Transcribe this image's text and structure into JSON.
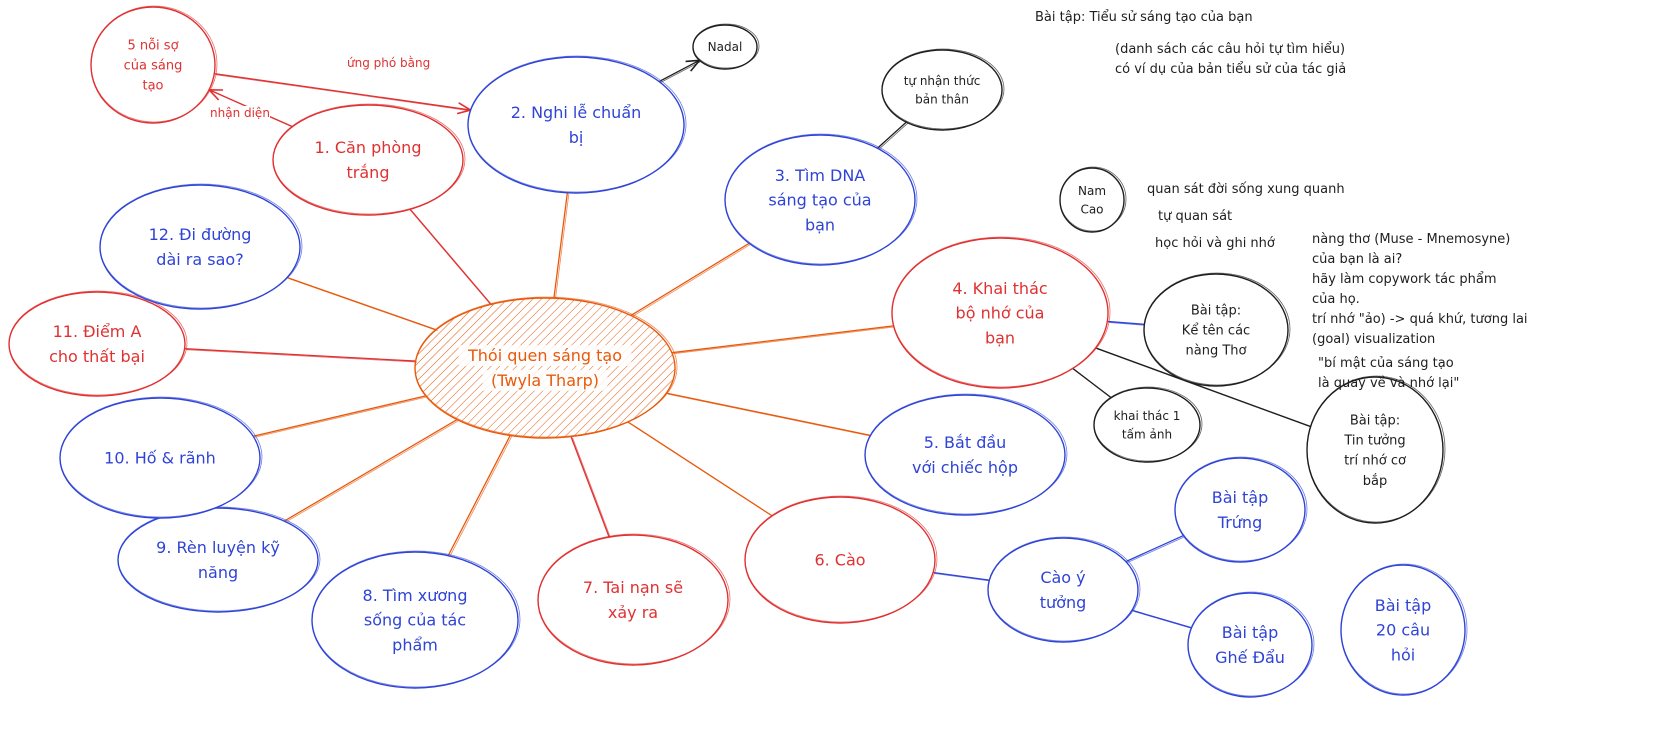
{
  "colors": {
    "red": "#e03131",
    "blue": "#2f44d6",
    "orange": "#e8590c",
    "black": "#1e1e1e"
  },
  "nodes": [
    {
      "id": "center",
      "color": "orange",
      "lines": [
        "Thói quen sáng tạo",
        "(Twyla Tharp)"
      ],
      "hatched": true
    },
    {
      "id": "fears",
      "color": "red",
      "lines": [
        "5 nỗi sợ",
        "của sáng",
        "tạo"
      ]
    },
    {
      "id": "n1",
      "color": "red",
      "lines": [
        "1. Căn phòng",
        "trắng"
      ]
    },
    {
      "id": "n2",
      "color": "blue",
      "lines": [
        "2. Nghi lễ chuẩn",
        "bị"
      ]
    },
    {
      "id": "nadal",
      "color": "black",
      "lines": [
        "Nadal"
      ]
    },
    {
      "id": "selfaware",
      "color": "black",
      "lines": [
        "tự nhận thức",
        "bản thân"
      ]
    },
    {
      "id": "n3",
      "color": "blue",
      "lines": [
        "3. Tìm DNA",
        "sáng tạo của",
        "bạn"
      ]
    },
    {
      "id": "namcao",
      "color": "black",
      "lines": [
        "Nam",
        "Cao"
      ]
    },
    {
      "id": "n4",
      "color": "red",
      "lines": [
        "4. Khai thác",
        "bộ nhớ của",
        "bạn"
      ]
    },
    {
      "id": "muses",
      "color": "black",
      "lines": [
        "Bài tập:",
        "Kể tên các",
        "nàng Thơ"
      ]
    },
    {
      "id": "photo",
      "color": "black",
      "lines": [
        "khai thác 1",
        "tấm ảnh"
      ]
    },
    {
      "id": "muscle",
      "color": "black",
      "lines": [
        "Bài tập:",
        "Tin tưởng",
        "trí nhớ cơ",
        "bắp"
      ]
    },
    {
      "id": "n5",
      "color": "blue",
      "lines": [
        "5. Bắt đầu",
        "với chiếc hộp"
      ]
    },
    {
      "id": "n6",
      "color": "red",
      "lines": [
        "6. Cào"
      ]
    },
    {
      "id": "idea",
      "color": "blue",
      "lines": [
        "Cào ý",
        "tưởng"
      ]
    },
    {
      "id": "egg",
      "color": "blue",
      "lines": [
        "Bài tập",
        "Trứng"
      ]
    },
    {
      "id": "stool",
      "color": "blue",
      "lines": [
        "Bài tập",
        "Ghế Đẩu"
      ]
    },
    {
      "id": "q20",
      "color": "blue",
      "lines": [
        "Bài tập",
        "20 câu",
        "hỏi"
      ]
    },
    {
      "id": "n7",
      "color": "red",
      "lines": [
        "7. Tai nạn sẽ",
        "xảy ra"
      ]
    },
    {
      "id": "n8",
      "color": "blue",
      "lines": [
        "8. Tìm xương",
        "sống của tác",
        "phẩm"
      ]
    },
    {
      "id": "n9",
      "color": "blue",
      "lines": [
        "9. Rèn luyện kỹ",
        "năng"
      ]
    },
    {
      "id": "n10",
      "color": "blue",
      "lines": [
        "10. Hố & rãnh"
      ]
    },
    {
      "id": "n11",
      "color": "red",
      "lines": [
        "11. Điểm A",
        "cho thất bại"
      ]
    },
    {
      "id": "n12",
      "color": "blue",
      "lines": [
        "12. Đi đường",
        "dài ra sao?"
      ]
    }
  ],
  "edges": [
    {
      "from": "center",
      "to": "n1",
      "color": "red"
    },
    {
      "from": "center",
      "to": "n2",
      "color": "orange"
    },
    {
      "from": "center",
      "to": "n3",
      "color": "orange"
    },
    {
      "from": "center",
      "to": "n4",
      "color": "orange"
    },
    {
      "from": "center",
      "to": "n5",
      "color": "orange"
    },
    {
      "from": "center",
      "to": "n6",
      "color": "orange"
    },
    {
      "from": "center",
      "to": "n7",
      "color": "red"
    },
    {
      "from": "center",
      "to": "n8",
      "color": "orange"
    },
    {
      "from": "center",
      "to": "n9",
      "color": "orange"
    },
    {
      "from": "center",
      "to": "n10",
      "color": "orange"
    },
    {
      "from": "center",
      "to": "n11",
      "color": "red"
    },
    {
      "from": "center",
      "to": "n12",
      "color": "orange"
    },
    {
      "from": "n2",
      "to": "nadal",
      "color": "black",
      "arrow": true
    },
    {
      "from": "n3",
      "to": "selfaware",
      "color": "black"
    },
    {
      "from": "fears",
      "to": "n2",
      "color": "red",
      "arrow": true
    },
    {
      "from": "n1",
      "to": "fears",
      "color": "red",
      "arrow": true
    },
    {
      "from": "n4",
      "to": "muses",
      "color": "blue"
    },
    {
      "from": "n4",
      "to": "photo",
      "color": "black"
    },
    {
      "from": "n4",
      "to": "muscle",
      "color": "black"
    },
    {
      "from": "n6",
      "to": "idea",
      "color": "blue"
    },
    {
      "from": "idea",
      "to": "egg",
      "color": "blue"
    },
    {
      "from": "idea",
      "to": "stool",
      "color": "blue"
    }
  ],
  "edge_labels": {
    "respond": "ứng phó bằng",
    "identify": "nhận diện"
  },
  "notes": {
    "biography_title": "Bài tập: Tiểu sử sáng tạo của bạn",
    "biography_line1": "(danh sách các câu hỏi tự tìm hiểu)",
    "biography_line2": "có ví dụ của bản tiểu sử của tác giả",
    "observe_life": "quan sát đời sống xung quanh",
    "self_observe": "tự quan sát",
    "learn_note": "học hỏi và ghi nhớ",
    "muse_block": [
      "nàng thơ (Muse - Mnemosyne)",
      "của bạn là ai?",
      "hãy làm copywork tác phẩm",
      "của họ.",
      "trí nhớ \"ảo) -> quá khứ, tương lai",
      "(goal) visualization"
    ],
    "quote": [
      "\"bí mật của sáng tạo",
      "là quay về và nhớ lại\""
    ]
  }
}
